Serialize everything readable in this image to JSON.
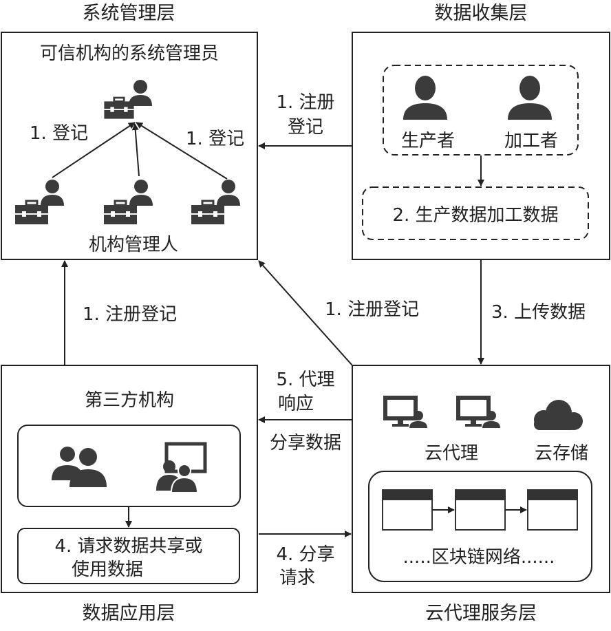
{
  "layers": {
    "system_management": {
      "title": "系统管理层",
      "admin_label": "可信机构的系统管理员",
      "org_managers_label": "机构管理人",
      "register_left": "1. 登记",
      "register_right": "1. 登记"
    },
    "data_collection": {
      "title": "数据收集层",
      "producer_label": "生产者",
      "processor_label": "加工者",
      "step2_label": "2. 生产数据加工数据"
    },
    "data_application": {
      "title": "数据应用层",
      "third_party_label": "第三方机构",
      "step4_line1": "4. 请求数据共享或",
      "step4_line2": "使用数据"
    },
    "cloud_proxy_service": {
      "title": "云代理服务层",
      "cloud_proxy_label": "云代理",
      "cloud_storage_label": "云存储",
      "blockchain_label": ".....区块链网络......"
    }
  },
  "arrows": {
    "collection_to_admin": {
      "line1": "1. 注册",
      "line2": "登记"
    },
    "application_to_admin": "1. 注册登记",
    "cloud_to_admin": "1. 注册登记",
    "upload": "3. 上传数据",
    "proxy_response": {
      "line1": "5. 代理",
      "line2": "响应",
      "line3": "分享数据"
    },
    "share_request": {
      "line1": "4. 分享",
      "line2": "请求"
    }
  },
  "colors": {
    "line": "#222222",
    "icon_fill": "#3b3b3b"
  },
  "icons": [
    "person-icon",
    "briefcase-icon",
    "group-icon",
    "presentation-icon",
    "monitor-user-icon",
    "cloud-icon",
    "block-icon"
  ]
}
